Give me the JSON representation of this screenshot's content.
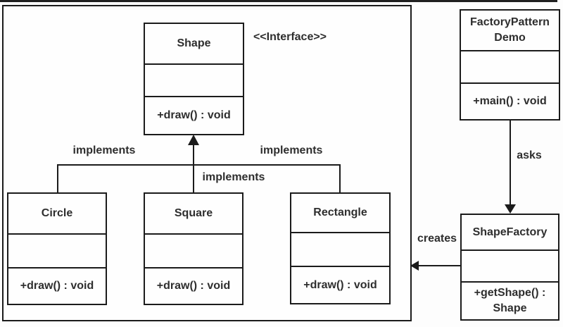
{
  "diagram": {
    "title_semantics": "Factory Pattern UML class diagram",
    "stereotype_label": "<<Interface>>",
    "classes": {
      "shape": {
        "name": "Shape",
        "attributes": "",
        "methods": "+draw() : void"
      },
      "circle": {
        "name": "Circle",
        "attributes": "",
        "methods": "+draw() : void"
      },
      "square": {
        "name": "Square",
        "attributes": "",
        "methods": "+draw() : void"
      },
      "rectangle": {
        "name": "Rectangle",
        "attributes": "",
        "methods": "+draw() : void"
      },
      "factory_demo": {
        "name": "FactoryPattern\nDemo",
        "attributes": "",
        "methods": "+main() : void"
      },
      "shape_factory": {
        "name": "ShapeFactory",
        "attributes": "",
        "methods": "+getShape() :\nShape"
      }
    },
    "relationships": {
      "implements_left": "implements",
      "implements_middle": "implements",
      "implements_right": "implements",
      "asks": "asks",
      "creates": "creates"
    },
    "colors": {
      "line": "#1b1b1b",
      "text": "#2e2e2e",
      "background": "#fdfdfd",
      "box_fill": "#fefefe"
    }
  }
}
